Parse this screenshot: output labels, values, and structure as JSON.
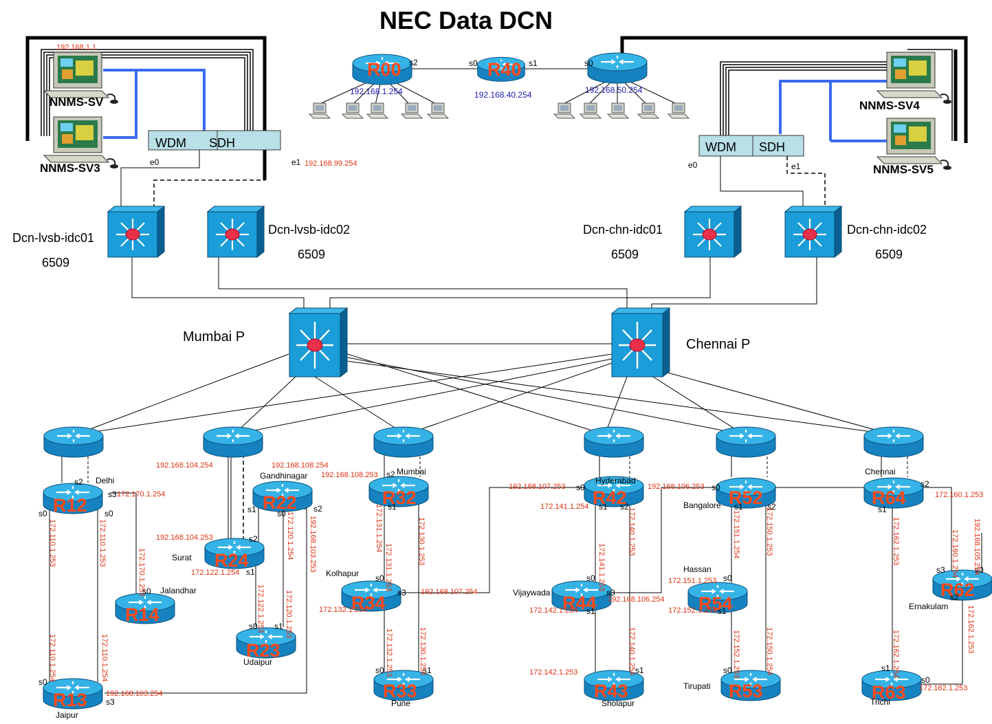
{
  "title": "NEC Data DCN",
  "servers": [
    {
      "id": "sv",
      "label": "NNMS-SV",
      "ip": "192.168.1.1"
    },
    {
      "id": "sv3",
      "label": "NNMS-SV3"
    },
    {
      "id": "sv4",
      "label": "NNMS-SV4"
    },
    {
      "id": "sv5",
      "label": "NNMS-SV5"
    }
  ],
  "wdm_label": "WDM",
  "sdh_label": "SDH",
  "core_routers": {
    "r00": {
      "label": "R00",
      "ip": "192.168.1.254",
      "port": "s2"
    },
    "r40": {
      "label": "R40",
      "ip": "192.168.40.254",
      "port_left": "s0",
      "port_right": "s1"
    },
    "r50": {
      "ip": "192.168.50.254",
      "port": "s0"
    }
  },
  "ports": {
    "e0": "e0",
    "e1": "e1",
    "e1_ip": "192.168.99.254"
  },
  "switches": [
    {
      "id": "lvsb01",
      "label": "Dcn-lvsb-idc01",
      "model": "6509"
    },
    {
      "id": "lvsb02",
      "label": "Dcn-lvsb-idc02",
      "model": "6509"
    },
    {
      "id": "chn01",
      "label": "Dcn-chn-idc01",
      "model": "6509"
    },
    {
      "id": "chn02",
      "label": "Dcn-chn-idc02",
      "model": "6509"
    }
  ],
  "core_switches": [
    {
      "id": "mumbai",
      "label": "Mumbai P"
    },
    {
      "id": "chennai",
      "label": "Chennai P"
    }
  ],
  "routers": {
    "R12": "R12",
    "R13": "R13",
    "R14": "R14",
    "R22": "R22",
    "R23": "R23",
    "R24": "R24",
    "R32": "R32",
    "R33": "R33",
    "R34": "R34",
    "R42": "R42",
    "R43": "R43",
    "R44": "R44",
    "R52": "R52",
    "R53": "R53",
    "R54": "R54",
    "R62": "R62",
    "R63": "R63",
    "R64": "R64"
  },
  "cities": {
    "delhi": "Delhi",
    "jaipur": "Jaipur",
    "jalandhar": "Jalandhar",
    "gandhinagar": "Gandhinagar",
    "surat": "Surat",
    "udaipur": "Udaipur",
    "mumbai": "Mumbai",
    "kolhapur": "Kolhapur",
    "pune": "Pune",
    "hyderabad": "Hyderabad",
    "vijaywada": "Vijaywada",
    "sholapur": "Sholapur",
    "bangalore": "Bangalore",
    "hassan": "Hassan",
    "tirupati": "Tirupati",
    "chennai": "Chennai",
    "ernakulam": "Ernakulam",
    "trichi": "Trichi"
  },
  "ips": {
    "a1": "172.170.1.254",
    "a2": "172.110.1.253",
    "a3": "172.110.1.253",
    "a4": "172.170.1.253",
    "a5": "172.110.1.254",
    "a6": "172.110.1.254",
    "a7": "192.168.103.254",
    "b1": "192.168.104.254",
    "b2": "192.168.108.254",
    "b3": "192.168.104.253",
    "b4": "172.122.1.254",
    "b5": "172.120.1.254",
    "b6": "172.120.1.253",
    "b7": "192.168.103.253",
    "b8": "172.122.1.253",
    "c1": "192.168.108.253",
    "c2": "172.131.1.254",
    "c3": "172.130.1.253",
    "c4": "172.131.1.253",
    "c5": "192.168.107.254",
    "c6": "172.132.1.254",
    "c7": "172.132.1.253",
    "c8": "172.130.1.254",
    "d1": "192.168.107.253",
    "d2": "172.141.1.254",
    "d3": "172.140.1.253",
    "d4": "172.141.1.253",
    "d5": "192.168.106.254",
    "d6": "172.142.1.254",
    "d7": "172.142.1.253",
    "d8": "172.140.1.254",
    "e1": "192.168.106.253",
    "e2": "172.151.1.254",
    "e3": "172.150.1.253",
    "e4": "172.151.1.253",
    "e5": "172.152.1.254",
    "e6": "172.152.1.253",
    "e7": "172.150.1.254",
    "f1": "172.160.1.253",
    "f2": "172.162.1.253",
    "f3": "172.160.1.254",
    "f4": "192.168.105.254",
    "f5": "172.162.1.253",
    "f6": "172.162.1.254",
    "f7": "172.162.1.253"
  },
  "intf": {
    "s0": "s0",
    "s1": "s1",
    "s2": "s2",
    "s3": "s3"
  }
}
